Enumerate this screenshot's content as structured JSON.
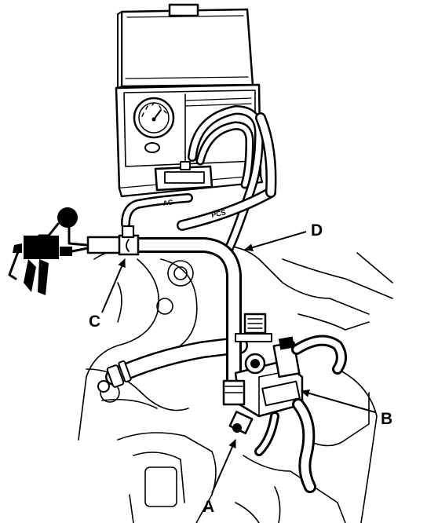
{
  "callouts": {
    "a": "A",
    "b": "B",
    "c": "C",
    "d": "D"
  },
  "hose_tags": {
    "left": "AC",
    "right": "PCS"
  },
  "colors": {
    "ink": "#000000",
    "paper": "#ffffff"
  }
}
